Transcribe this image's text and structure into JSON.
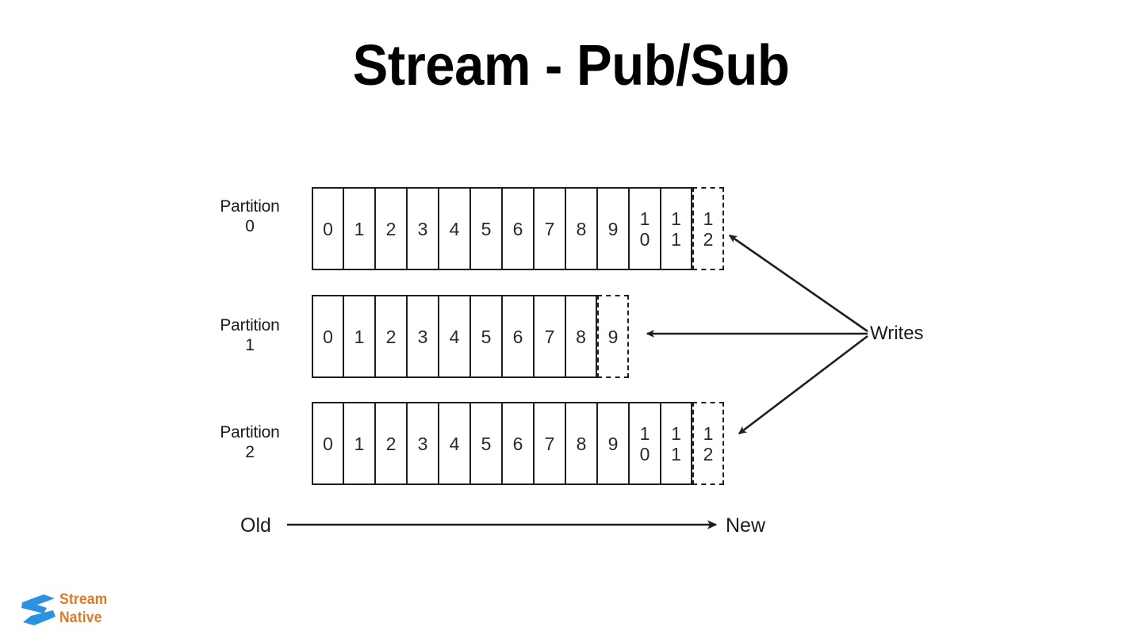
{
  "slide": {
    "title": "Stream - Pub/Sub",
    "background_color": "#ffffff"
  },
  "diagram": {
    "type": "partitioned-log",
    "writes_label": "Writes",
    "axis": {
      "left_label": "Old",
      "right_label": "New"
    },
    "partitions": [
      {
        "label_line1": "Partition",
        "label_line2": "0",
        "committed_offsets": [
          "0",
          "1",
          "2",
          "3",
          "4",
          "5",
          "6",
          "7",
          "8",
          "9",
          "10",
          "11"
        ],
        "pending_offset": "12"
      },
      {
        "label_line1": "Partition",
        "label_line2": "1",
        "committed_offsets": [
          "0",
          "1",
          "2",
          "3",
          "4",
          "5",
          "6",
          "7",
          "8"
        ],
        "pending_offset": "9"
      },
      {
        "label_line1": "Partition",
        "label_line2": "2",
        "committed_offsets": [
          "0",
          "1",
          "2",
          "3",
          "4",
          "5",
          "6",
          "7",
          "8",
          "9",
          "10",
          "11"
        ],
        "pending_offset": "12"
      }
    ]
  },
  "logo": {
    "name": "StreamNative",
    "line1": "Stream",
    "line2": "Native",
    "text_color": "#dd7a26",
    "mark_color": "#2a92e0"
  }
}
